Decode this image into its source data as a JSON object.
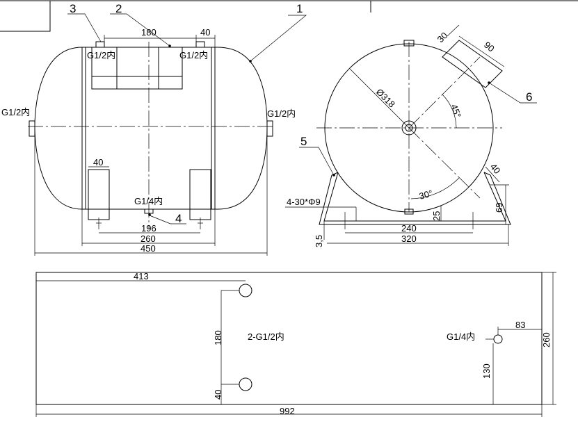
{
  "balloons": {
    "b1": "1",
    "b2": "2",
    "b3": "3",
    "b4": "4",
    "b5": "5",
    "b6": "6"
  },
  "front": {
    "top_180": "180",
    "top_40": "40",
    "left_port": "G1/2内",
    "right_port": "G1/2内",
    "top_port_left": "G1/2内",
    "top_port_right": "G1/2内",
    "leg_width": "40",
    "bottom_port": "G1/4内",
    "dim_196": "196",
    "dim_260": "260",
    "dim_450": "450"
  },
  "side": {
    "diameter": "Ø318",
    "angle_45": "45°",
    "angle_30": "30°",
    "flange_30": "30",
    "flange_90": "90",
    "bracket_40": "40",
    "holes": "4-30*Φ9",
    "dim_69": "69",
    "dim_25": "25",
    "dim_3_5": "3,5",
    "dim_240": "240",
    "dim_320": "320"
  },
  "plan": {
    "dim_413": "413",
    "dim_180": "180",
    "dim_40": "40",
    "ports_label": "2-G1/2内",
    "port_label": "G1/4内",
    "dim_83": "83",
    "dim_130": "130",
    "dim_260": "260",
    "dim_992": "992"
  }
}
